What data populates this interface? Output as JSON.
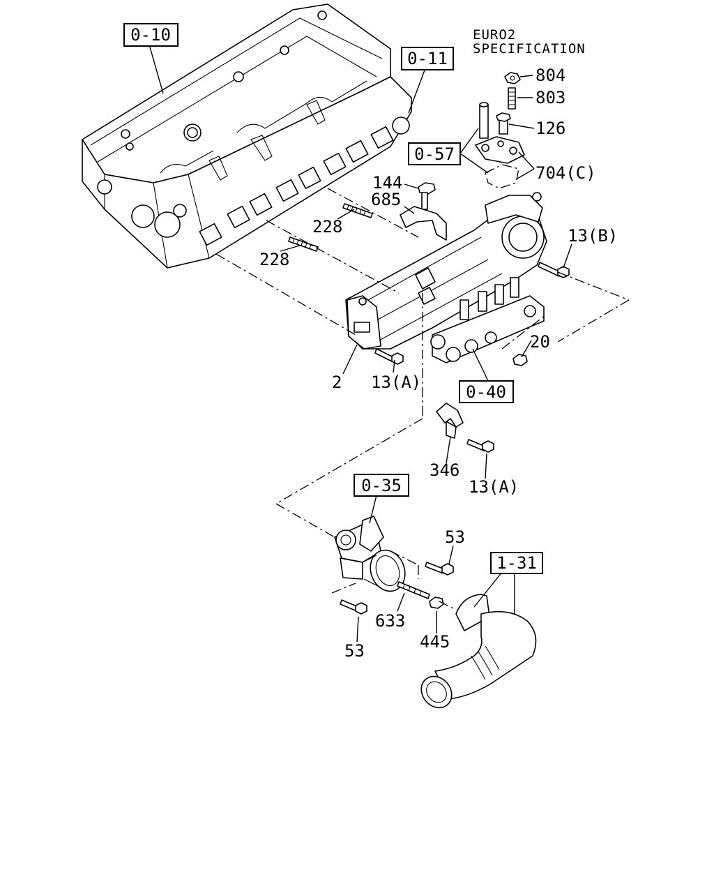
{
  "spec": {
    "line1": "EURO2",
    "line2": "SPECIFICATION"
  },
  "ref_boxes": [
    "0-10",
    "0-11",
    "0-57",
    "0-40",
    "0-35",
    "1-31"
  ],
  "part_labels": [
    "804",
    "803",
    "126",
    "704(C)",
    "144",
    "685",
    "228",
    "228",
    "13(B)",
    "20",
    "2",
    "13(A)",
    "346",
    "13(A)",
    "53",
    "53",
    "633",
    "445"
  ]
}
